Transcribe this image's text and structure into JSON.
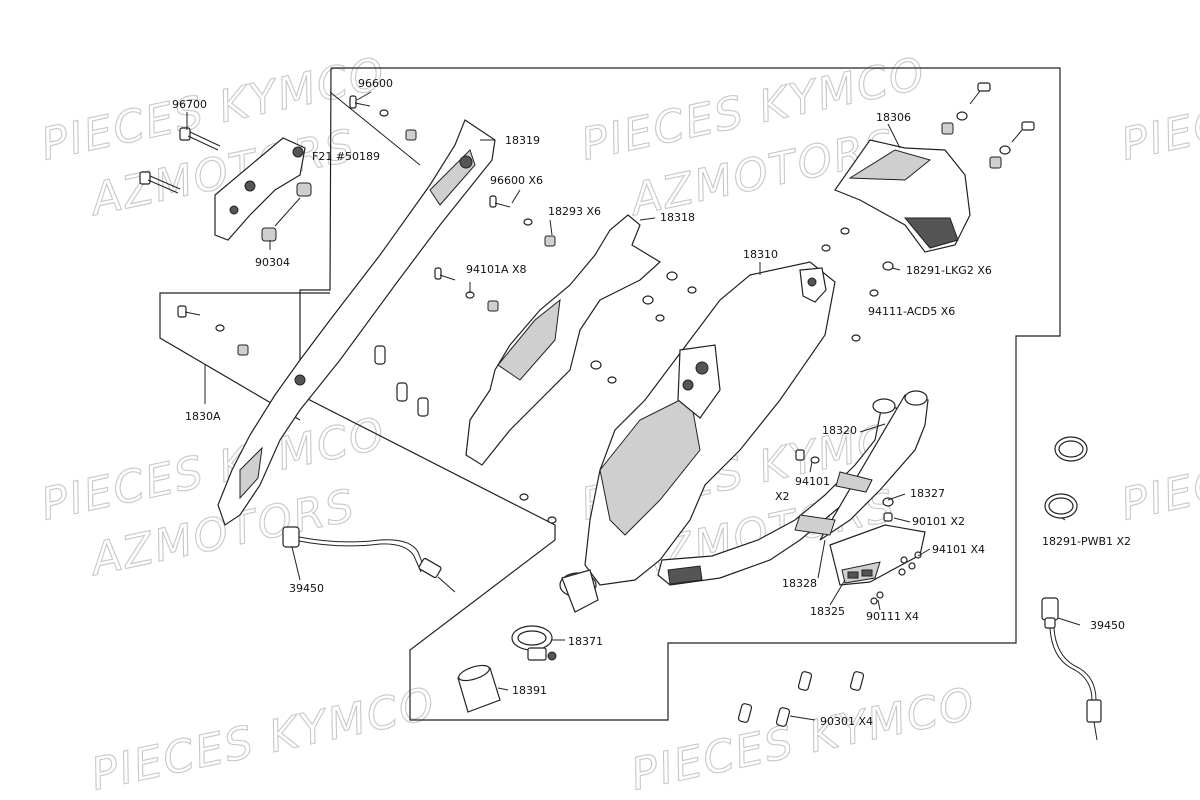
{
  "watermarks": [
    {
      "text": "PIECES KYMCO"
    },
    {
      "text": "AZMOTORS"
    }
  ],
  "labels": {
    "p96700": "96700",
    "p96600": "96600",
    "f21": "F21 #50189",
    "p90304": "90304",
    "p18319": "18319",
    "p96600x6": "96600  X6",
    "p18293": "18293  X6",
    "p18318": "18318",
    "p94101a": "94101A  X8",
    "p18310": "18310",
    "p18306": "18306",
    "p18291lkg2": "18291-LKG2  X6",
    "p94111": "94111-ACD5  X6",
    "p1830a": "1830A",
    "p18320": "18320",
    "p94101": "94101",
    "px2": "X2",
    "p18327": "18327",
    "p90101": "90101 X2",
    "p94101x4": "94101  X4",
    "p18328": "18328",
    "p18325": "18325",
    "p90111": "90111  X4",
    "p18291pwb1": "18291-PWB1  X2",
    "p39450a": "39450",
    "p39450b": "39450",
    "p18371": "18371",
    "p18391": "18391",
    "p90301": "90301  X4"
  }
}
